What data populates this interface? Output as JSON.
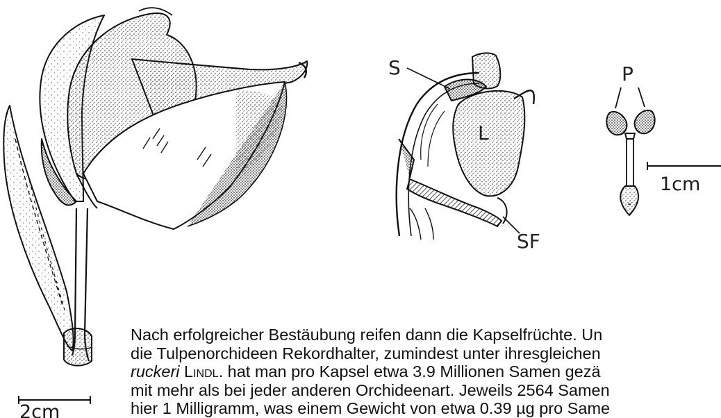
{
  "figure": {
    "labels": {
      "sepal": "S",
      "lip": "L",
      "lip_stalk": "SF",
      "pollinia": "P"
    },
    "scales": {
      "flower": "2cm",
      "pollinarium": "1cm"
    }
  },
  "text": {
    "line1": "Nach erfolgreicher Bestäubung reifen dann die Kapselfrüchte. Un",
    "line2": "die Tulpenorchideen Rekordhalter, zumindest unter ihresgleichen",
    "line3_species": "ruckeri",
    "line3_author": "Lindl.",
    "line3_rest": " hat man pro Kapsel etwa 3.9 Millionen Samen gezä",
    "line4": "mit mehr als bei jeder anderen Orchideenart. Jeweils 2564 Samen",
    "line5": "hier 1 Milligramm, was einem Gewicht von etwa 0.39 µg pro Same"
  }
}
